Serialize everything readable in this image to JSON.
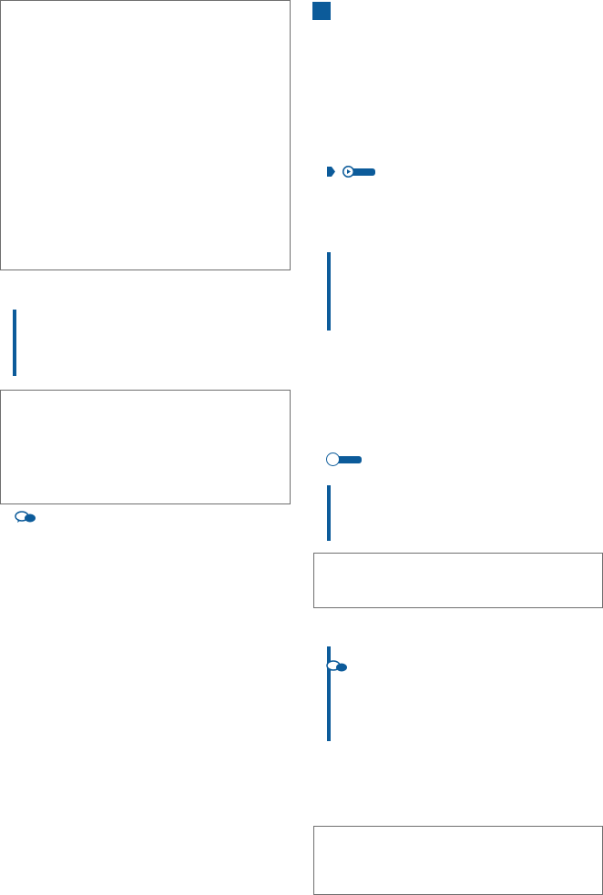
{
  "page": {
    "background": "#ffffff",
    "accent_color": "#0c5b9a",
    "border_color": "#6f6f6f"
  },
  "icons": {
    "section_marker": "blue-square",
    "operation_badge": "play-button-pill",
    "info_badge": "circle-pill",
    "note_marker": "speech-bubbles-icon"
  }
}
